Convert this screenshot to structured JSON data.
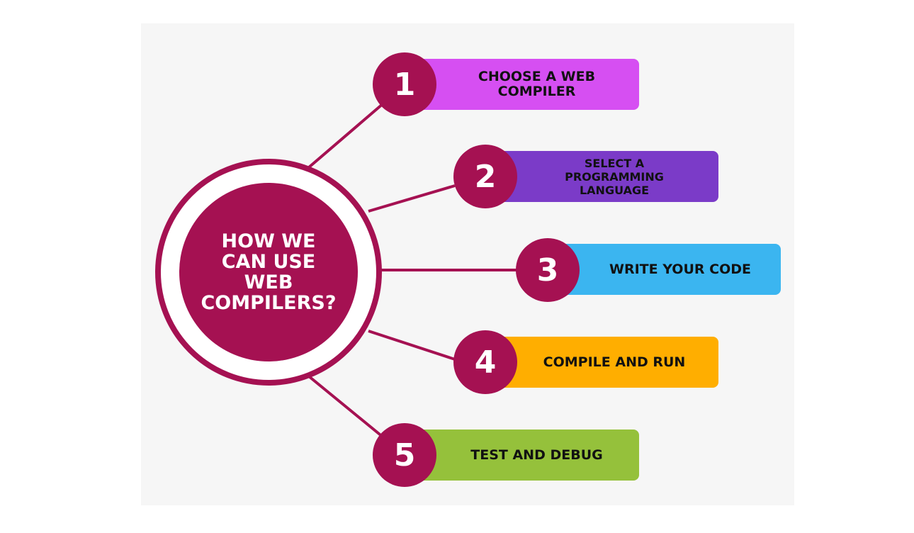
{
  "colors": {
    "background": "#ffffff",
    "panel": "#f6f6f6",
    "accent": "#a51152",
    "step_1": "#d64ff2",
    "step_2": "#7b3bc8",
    "step_3": "#3bb5f0",
    "step_4": "#ffae00",
    "step_5": "#95c13b"
  },
  "hub": {
    "title": "HOW WE\nCAN USE\nWEB\nCOMPILERS?"
  },
  "steps": [
    {
      "number": "1",
      "label": "CHOOSE A WEB\nCOMPILER"
    },
    {
      "number": "2",
      "label": "SELECT A\nPROGRAMMING\nLANGUAGE"
    },
    {
      "number": "3",
      "label": "WRITE YOUR CODE"
    },
    {
      "number": "4",
      "label": "COMPILE AND RUN"
    },
    {
      "number": "5",
      "label": "TEST AND DEBUG"
    }
  ]
}
